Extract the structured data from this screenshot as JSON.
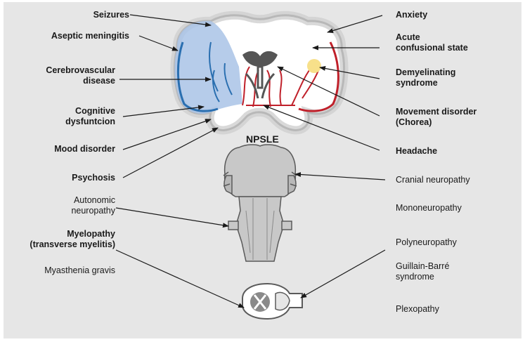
{
  "title": "NPSLE",
  "left_labels": [
    {
      "text": "Seizures"
    },
    {
      "text": "Aseptic meningitis"
    },
    {
      "text": "Cerebrovascular\ndisease"
    },
    {
      "text": "Cognitive\ndysfuntcion"
    },
    {
      "text": "Mood disorder"
    },
    {
      "text": "Psychosis"
    },
    {
      "text": "Autonomic\nneuropathy"
    },
    {
      "text": "Myelopathy\n(transverse myelitis)"
    },
    {
      "text": "Myasthenia gravis"
    }
  ],
  "right_labels": [
    {
      "text": "Anxiety"
    },
    {
      "text": "Acute\nconfusional state"
    },
    {
      "text": "Demyelinating\nsyndrome"
    },
    {
      "text": "Movement disorder\n(Chorea)"
    },
    {
      "text": "Headache"
    },
    {
      "text": "Cranial neuropathy"
    },
    {
      "text": "Mononeuropathy"
    },
    {
      "text": "Polyneuropathy"
    },
    {
      "text": "Guillain-Barré\nsyndrome"
    },
    {
      "text": "Plexopathy"
    }
  ],
  "colors": {
    "background": "#e6e6e6",
    "brain_fill": "#ffffff",
    "brain_outline": "#5a5a5a",
    "vessel_red": "#c0202a",
    "vessel_blue": "#2a6fb0",
    "shade_blue": "#a9c3e6",
    "demyelination": "#f7e08a",
    "brainstem": "#c8c8c8"
  }
}
